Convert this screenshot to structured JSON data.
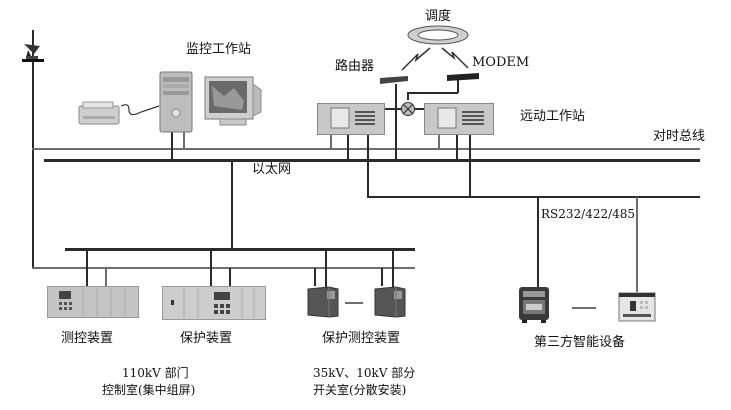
{
  "diagram": {
    "title": "变电站综合自动化系统结构",
    "labels": {
      "dispatch": "调度",
      "router": "路由器",
      "modem": "MODEM",
      "monitor_station": "监控工作站",
      "remote_station": "远动工作站",
      "time_sync_bus": "对时总线",
      "ethernet": "以太网",
      "serial": "RS232/422/485",
      "measure_control": "测控装置",
      "protection": "保护装置",
      "protection_measure_control": "保护测控装置",
      "third_party": "第三方智能设备",
      "hv_section_line1": "110kV 部门",
      "hv_section_line2": "控制室(集中组屏)",
      "mv_section_line1": "35kV、10kV 部分",
      "mv_section_line2": "开关室(分散安装)"
    },
    "nodes": [
      {
        "id": "gps-antenna",
        "type": "antenna"
      },
      {
        "id": "printer",
        "type": "printer"
      },
      {
        "id": "monitor-pc",
        "type": "computer"
      },
      {
        "id": "monitor-screen",
        "type": "monitor"
      },
      {
        "id": "dispatch-center",
        "type": "ring"
      },
      {
        "id": "router",
        "type": "network-device"
      },
      {
        "id": "modem",
        "type": "network-device"
      },
      {
        "id": "remote-unit-1",
        "type": "rack-unit"
      },
      {
        "id": "remote-unit-2",
        "type": "rack-unit"
      },
      {
        "id": "switch",
        "type": "crossover"
      },
      {
        "id": "measure-control-device",
        "type": "rack-unit"
      },
      {
        "id": "protection-device",
        "type": "rack-unit"
      },
      {
        "id": "prot-meas-ctrl-1",
        "type": "cabinet"
      },
      {
        "id": "prot-meas-ctrl-2",
        "type": "cabinet"
      },
      {
        "id": "smart-meter",
        "type": "meter"
      },
      {
        "id": "smart-controller",
        "type": "controller"
      }
    ]
  }
}
